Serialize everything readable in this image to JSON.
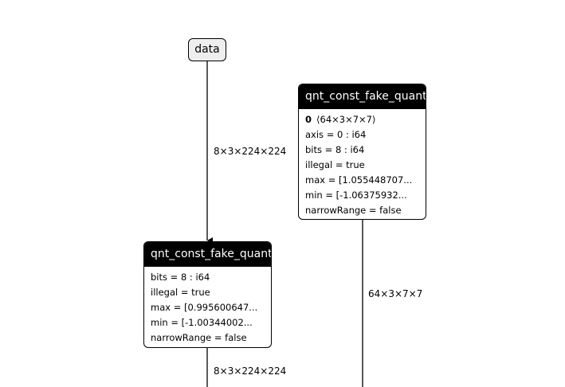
{
  "graph": {
    "input": {
      "label": "data"
    },
    "node_left": {
      "title": "qnt_const_fake_quant",
      "attrs": [
        "bits = 8 : i64",
        "illegal = true",
        "max = [0.995600647...",
        "min = [-1.00344002...",
        "narrowRange = false"
      ]
    },
    "node_right": {
      "title": "qnt_const_fake_quant",
      "input_index": "0",
      "input_shape": "⟨64×3×7×7⟩",
      "attrs": [
        "axis = 0 : i64",
        "bits = 8 : i64",
        "illegal = true",
        "max = [1.055448707...",
        "min = [-1.06375932...",
        "narrowRange = false"
      ]
    },
    "edges": [
      {
        "label": "8×3×224×224"
      },
      {
        "label": "8×3×224×224"
      },
      {
        "label": "64×3×7×7"
      }
    ]
  }
}
